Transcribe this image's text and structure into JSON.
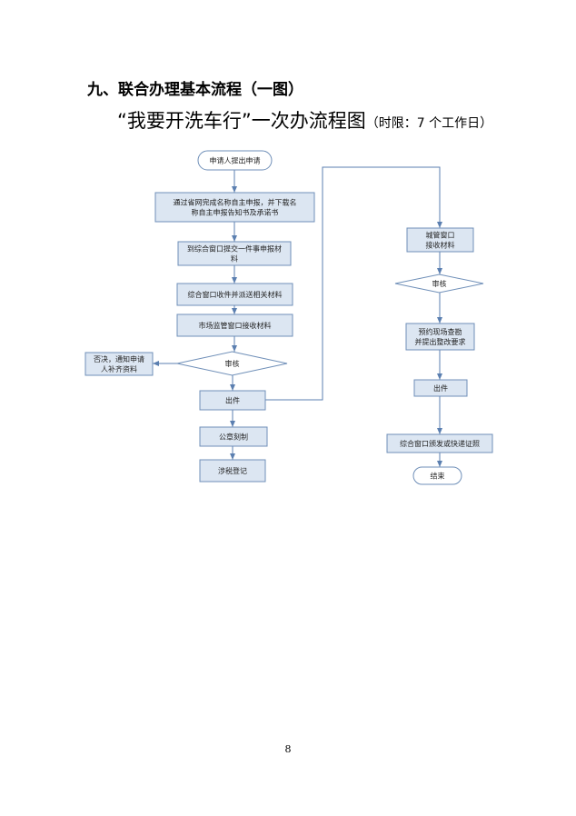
{
  "heading": "九、联合办理基本流程（一图）",
  "subtitle": {
    "main": "“我要开洗车行”一次办流程图",
    "time_limit": "（时限：7 个工作日）"
  },
  "colors": {
    "box_fill": "#dce6f2",
    "box_stroke": "#6f8fb8",
    "arrow": "#5b7fb0"
  },
  "flowchart": {
    "nodes": [
      {
        "id": "apply",
        "shape": "rounded",
        "lines": [
          "申请人提出申请"
        ]
      },
      {
        "id": "online-report",
        "shape": "rect",
        "lines": [
          "通过省网完成名称自主申报，并下载名",
          "称自主申报告知书及承诺书"
        ]
      },
      {
        "id": "submit-materials",
        "shape": "rect",
        "lines": [
          "到综合窗口提交一件事申报材",
          "料"
        ]
      },
      {
        "id": "receive-dispatch",
        "shape": "rect",
        "lines": [
          "综合窗口收件并派送相关材料"
        ]
      },
      {
        "id": "market-receive",
        "shape": "rect",
        "lines": [
          "市场监管窗口接收材料"
        ]
      },
      {
        "id": "review-1",
        "shape": "diamond",
        "lines": [
          "审核"
        ]
      },
      {
        "id": "reject",
        "shape": "rect",
        "lines": [
          "否决，通知申请",
          "人补齐资料"
        ]
      },
      {
        "id": "issue-1",
        "shape": "rect",
        "lines": [
          "出件"
        ]
      },
      {
        "id": "seal",
        "shape": "rect",
        "lines": [
          "公章刻制"
        ]
      },
      {
        "id": "tax",
        "shape": "rect",
        "lines": [
          "涉税登记"
        ]
      },
      {
        "id": "urban-receive",
        "shape": "rect",
        "lines": [
          "城管窗口",
          "接收材料"
        ]
      },
      {
        "id": "review-2",
        "shape": "diamond",
        "lines": [
          "审核"
        ]
      },
      {
        "id": "inspection",
        "shape": "rect",
        "lines": [
          "预约现场查勘",
          "并提出整改要求"
        ]
      },
      {
        "id": "issue-2",
        "shape": "rect",
        "lines": [
          "出件"
        ]
      },
      {
        "id": "certificate",
        "shape": "rect",
        "lines": [
          "综合窗口颁发或快递证照"
        ]
      },
      {
        "id": "end",
        "shape": "rounded",
        "lines": [
          "结束"
        ]
      }
    ]
  },
  "page_number": "8"
}
